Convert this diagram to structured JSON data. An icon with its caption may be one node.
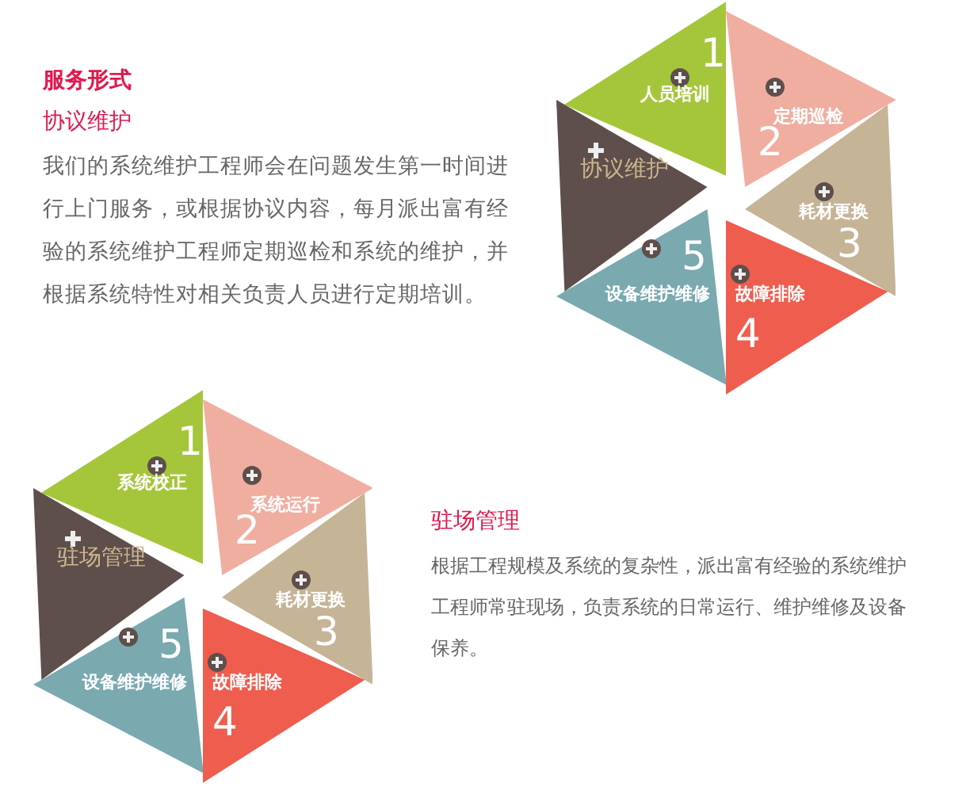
{
  "diagram": {
    "title": "服务形式",
    "nodes": [
      {
        "text": [
          "1",
          "人员培训"
        ]
      },
      {
        "text": [
          "定期巡检",
          "2"
        ]
      },
      {
        "text": [
          "耗材更换",
          "3"
        ]
      },
      {
        "text": [
          "故障排除",
          "4"
        ]
      },
      {
        "text": [
          "5",
          "设备维护维修"
        ]
      },
      {
        "text": [
          "协议维护"
        ]
      },
      {
        "text": [
          "1",
          "系统校正"
        ]
      },
      {
        "text": [
          "系统运行",
          "2"
        ]
      },
      {
        "text": [
          "耗材更换",
          "3"
        ]
      },
      {
        "text": [
          "故障排除",
          "4"
        ]
      },
      {
        "text": [
          "5",
          "设备维护维修"
        ]
      },
      {
        "text": [
          "驻场管理"
        ]
      }
    ],
    "labels": [
      "协议维护",
      "我们的系统维护工程师会在问题发生第一时间进行上门服务，或根据协议内容，每月派出富有经验的系统维护工程师定期巡检和系统的维护，并根据系统特性对相关负责人员进行定期培训。",
      "驻场管理",
      "根据工程规模及系统的复杂性，派出富有经验的系统维护工程师常驻现场，负责系统的日常运行、维护维修及设备保养。"
    ]
  }
}
